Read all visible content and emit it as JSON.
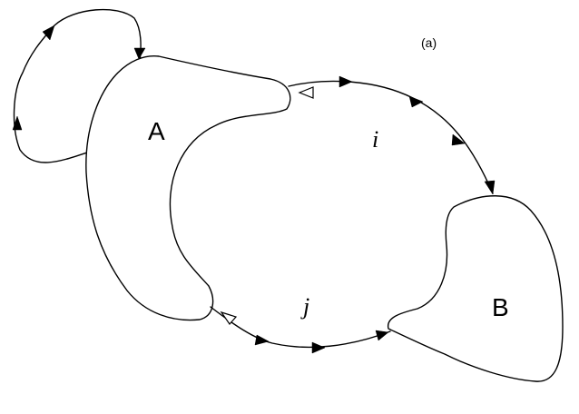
{
  "figure_tag": "(a)",
  "regions": {
    "a": "A",
    "b": "B"
  },
  "paths": {
    "upper": "i",
    "lower": "j"
  },
  "colors": {
    "stroke": "#000000",
    "background": "#ffffff"
  }
}
